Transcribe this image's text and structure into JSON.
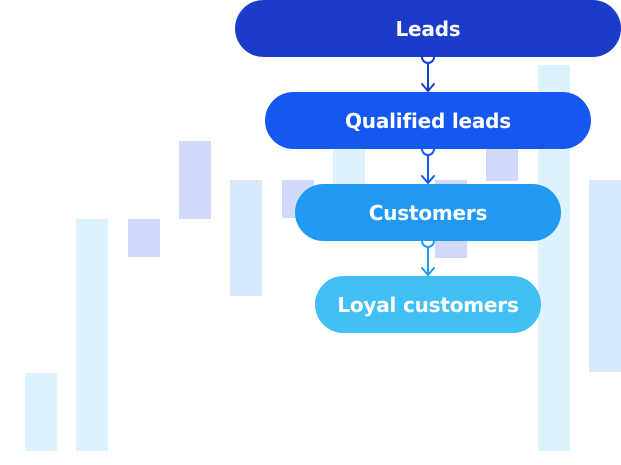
{
  "funnel": {
    "stages": [
      {
        "label": "Leads",
        "color": "#1a3cc9"
      },
      {
        "label": "Qualified leads",
        "color": "#1557f0"
      },
      {
        "label": "Customers",
        "color": "#2199f2"
      },
      {
        "label": "Loyal customers",
        "color": "#42c0f5"
      }
    ]
  },
  "colors": {
    "bar_light_cyan": "#dcf3fd",
    "bar_light_blue": "#d6e8fb",
    "bar_lavender": "#d2d8f8"
  }
}
